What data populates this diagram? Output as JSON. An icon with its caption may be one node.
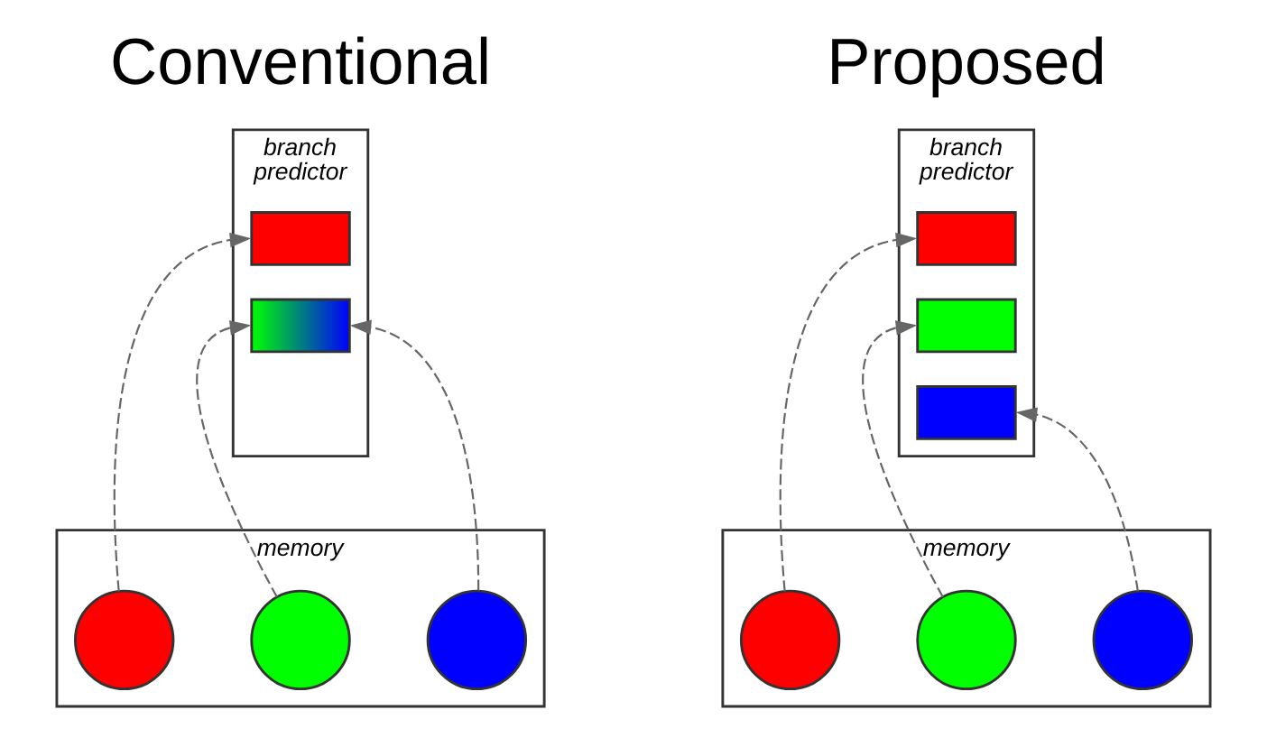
{
  "diagram": {
    "nodes": [
      {
        "text": [
          "branch predictor"
        ]
      },
      {
        "text": [],
        "shape": "box",
        "in": 0
      },
      {
        "text": [],
        "shape": "box",
        "in": 0
      },
      {
        "text": [
          "memory"
        ]
      },
      {
        "text": [],
        "shape": "circle",
        "in": 3
      },
      {
        "text": [],
        "shape": "circle",
        "in": 3
      },
      {
        "text": [],
        "shape": "circle",
        "in": 3
      },
      {
        "text": [
          "branch predictor"
        ]
      },
      {
        "text": [],
        "shape": "box",
        "in": 7
      },
      {
        "text": [],
        "shape": "box",
        "in": 7
      },
      {
        "text": [],
        "shape": "box",
        "in": 7
      },
      {
        "text": [
          "memory"
        ]
      },
      {
        "text": [],
        "shape": "circle",
        "in": 11
      },
      {
        "text": [],
        "shape": "circle",
        "in": 11
      },
      {
        "text": [],
        "shape": "circle",
        "in": 11
      }
    ],
    "edges": [
      {
        "from": 4,
        "to": 1,
        "arrow": "to",
        "style": "dashed"
      },
      {
        "from": 5,
        "to": 2,
        "arrow": "to",
        "style": "dashed"
      },
      {
        "from": 6,
        "to": 2,
        "arrow": "to",
        "style": "dashed"
      },
      {
        "from": 12,
        "to": 8,
        "arrow": "to",
        "style": "dashed"
      },
      {
        "from": 13,
        "to": 9,
        "arrow": "to",
        "style": "dashed"
      },
      {
        "from": 14,
        "to": 10,
        "arrow": "to",
        "style": "dashed"
      }
    ],
    "labels": [
      "Conventional",
      "Proposed"
    ]
  }
}
